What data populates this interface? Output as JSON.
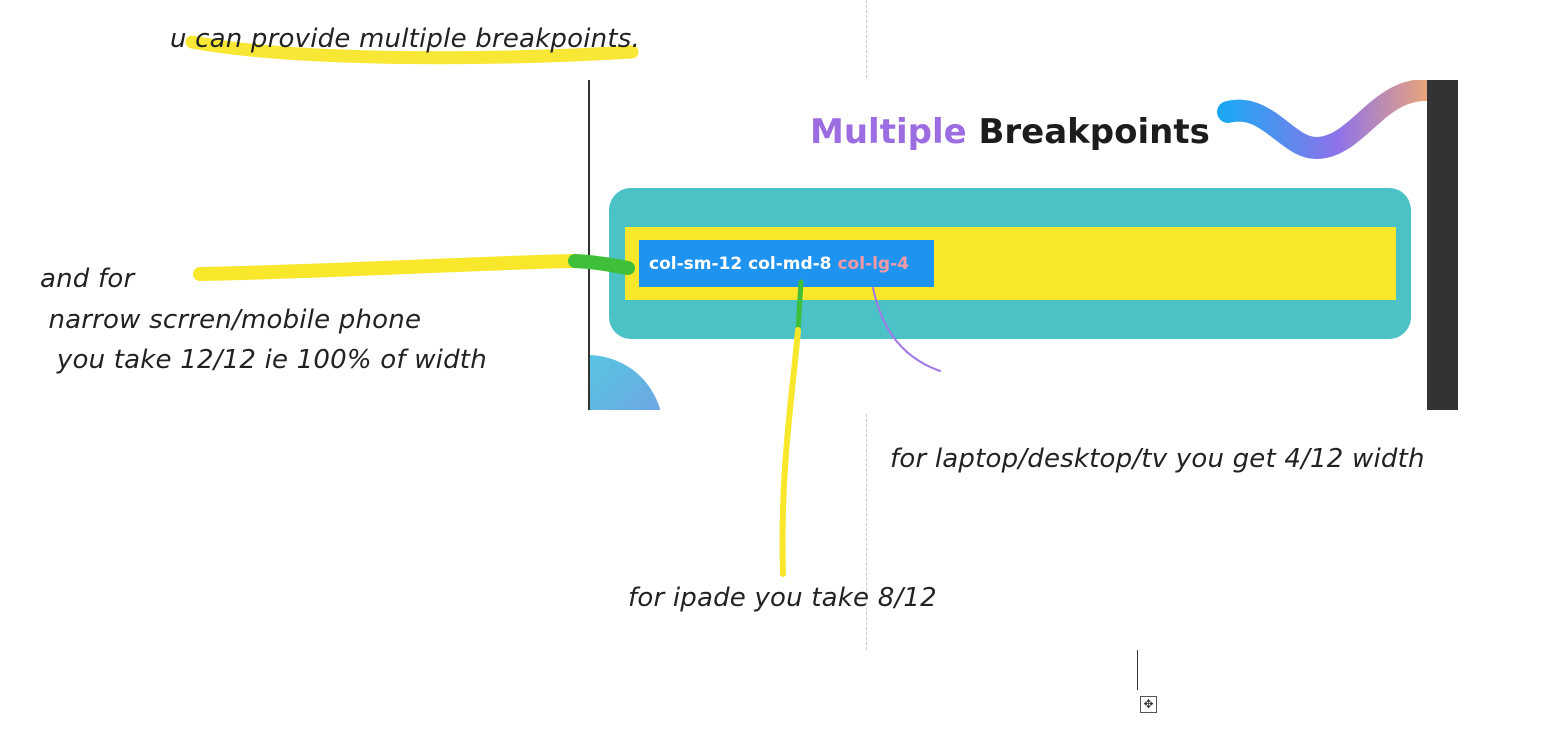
{
  "notes": {
    "top": "u can provide multiple breakpoints.",
    "mobile_line1": "and for",
    "mobile_line2": " narrow scrren/mobile phone",
    "mobile_line3": "  you take 12/12 ie 100% of width",
    "laptop": "for laptop/desktop/tv you get 4/12 width",
    "ipad": "for ipade you take 8/12"
  },
  "slide": {
    "heading_accent": "Multiple",
    "heading_rest": " Breakpoints",
    "class_sm": "col-sm-12",
    "class_md": "col-md-8",
    "class_lg": "col-lg-4"
  },
  "icons": {
    "move_handle": "move-arrows-icon"
  },
  "colors": {
    "highlighter_yellow": "#f8e72a",
    "teal": "#4ac2c6",
    "column_blue": "#1f93f0",
    "accent_purple": "#9b6de0",
    "lg_pink": "#f29aa6",
    "connector_green": "#3fbf3a",
    "connector_purple": "#a07ae6"
  }
}
